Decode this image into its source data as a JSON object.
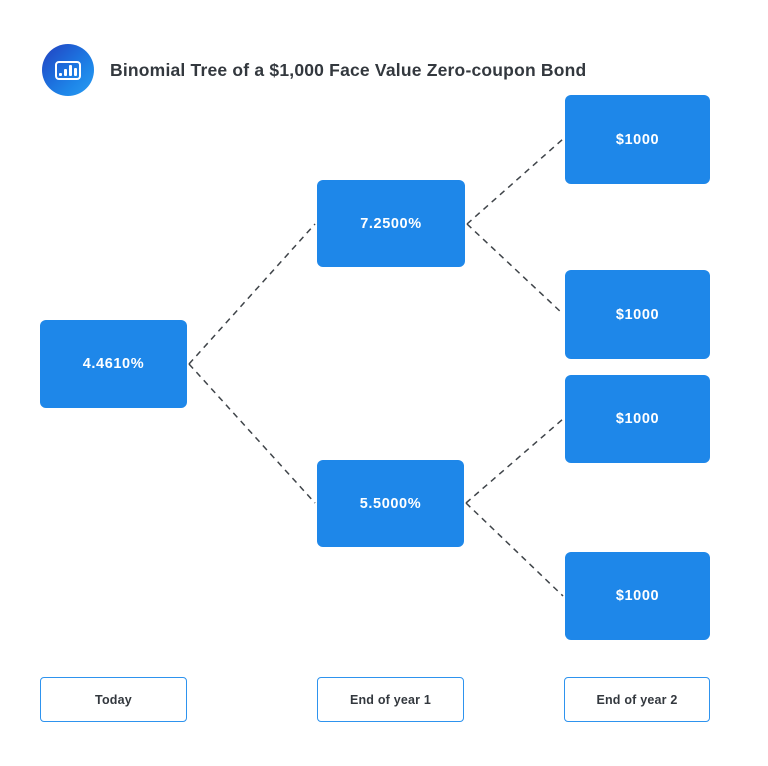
{
  "header": {
    "title": "Binomial Tree of a $1,000 Face Value Zero-coupon Bond",
    "icon": "bar-chart-icon"
  },
  "colors": {
    "node_fill": "#1e87e9",
    "logo_gradient_start": "#2340bf",
    "logo_gradient_end": "#2b9cf2",
    "timeline_border": "#2e93ee",
    "connector": "#3f4449",
    "title_text": "#33383e",
    "node_text": "#ffffff",
    "background": "#ffffff"
  },
  "tree": {
    "root": {
      "label": "4.4610%",
      "period": "Today"
    },
    "year1": [
      {
        "label": "7.2500%",
        "branch": "up"
      },
      {
        "label": "5.5000%",
        "branch": "down"
      }
    ],
    "year2": [
      {
        "label": "$1000"
      },
      {
        "label": "$1000"
      },
      {
        "label": "$1000"
      },
      {
        "label": "$1000"
      }
    ],
    "timeline": [
      {
        "label": "Today"
      },
      {
        "label": "End of year 1"
      },
      {
        "label": "End of year 2"
      }
    ]
  }
}
